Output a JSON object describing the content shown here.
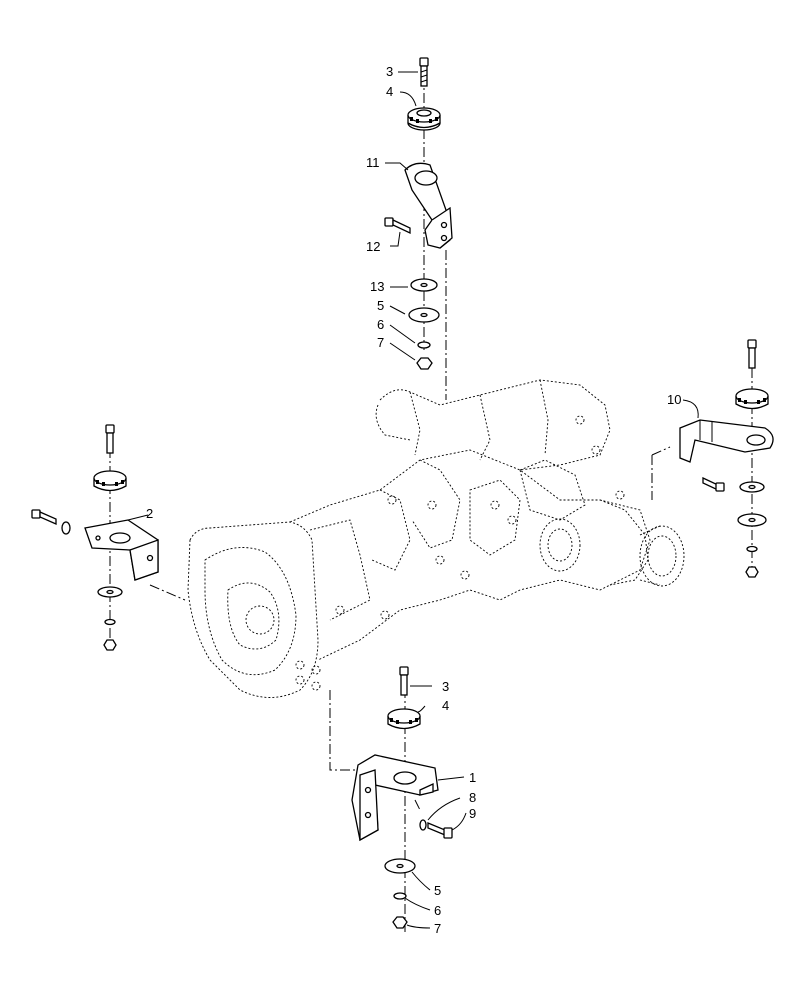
{
  "callouts": {
    "c3_top": "3",
    "c4_top": "4",
    "c11": "11",
    "c12": "12",
    "c13": "13",
    "c5_top": "5",
    "c6_top": "6",
    "c7_top": "7",
    "c10": "10",
    "c2": "2",
    "c3_bottom": "3",
    "c4_bottom": "4",
    "c1": "1",
    "c8": "8",
    "c9": "9",
    "c5_bottom": "5",
    "c6_bottom": "6",
    "c7_bottom": "7"
  }
}
